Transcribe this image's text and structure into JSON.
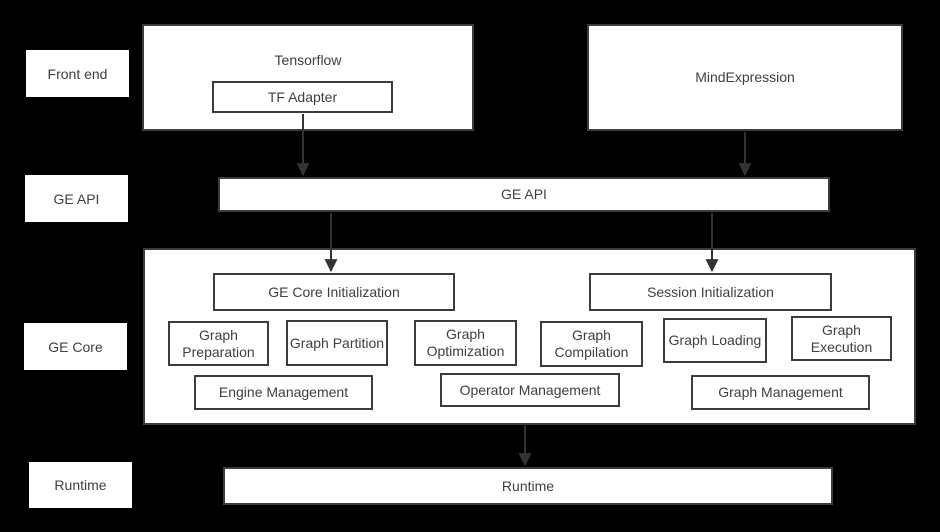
{
  "rows": {
    "front_end": "Front end",
    "ge_api": "GE API",
    "ge_core": "GE Core",
    "runtime": "Runtime"
  },
  "frontend": {
    "tensorflow": "Tensorflow",
    "tf_adapter": "TF Adapter",
    "mindexpression": "MindExpression"
  },
  "api": {
    "label": "GE API"
  },
  "core": {
    "init_left": "GE Core Initialization",
    "init_right": "Session Initialization",
    "modules": [
      "Graph Preparation",
      "Graph Partition",
      "Graph Optimization",
      "Graph Compilation",
      "Graph Loading",
      "Graph Execution"
    ],
    "management": [
      "Engine Management",
      "Operator Management",
      "Graph Management"
    ]
  },
  "runtime": {
    "label": "Runtime"
  },
  "colors": {
    "background": "#000000",
    "box_background": "#ffffff",
    "box_border": "#3c3c3c",
    "text": "#3f3f3f",
    "arrow": "#333333"
  }
}
